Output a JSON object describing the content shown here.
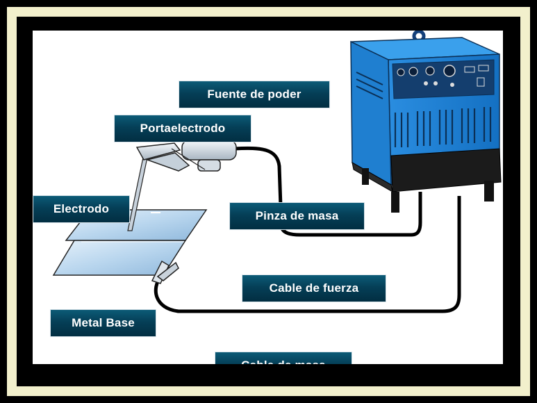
{
  "labels": {
    "power_source": "Fuente de poder",
    "electrode_holder": "Portaelectrodo",
    "electrode": "Electrodo",
    "ground_clamp": "Pinza de masa",
    "power_cable": "Cable de fuerza",
    "base_metal": "Metal Base",
    "ground_cable": "Cable de masa"
  },
  "colors": {
    "label_bg": "#053f57",
    "machine_blue": "#1a7fd4",
    "frame_cream": "#f2f0cc",
    "cable": "#000000"
  }
}
